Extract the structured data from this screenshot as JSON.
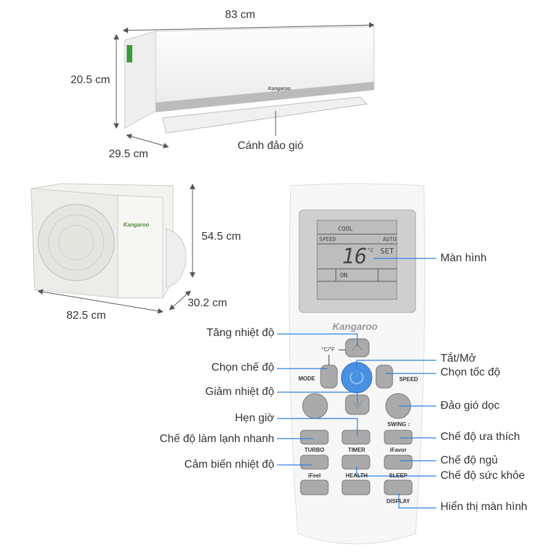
{
  "indoor_unit": {
    "brand": "Kangaroo",
    "width": "83 cm",
    "height": "20.5 cm",
    "depth": "29.5 cm",
    "louver_label": "Cánh đảo gió"
  },
  "outdoor_unit": {
    "brand": "Kangaroo",
    "width": "82.5 cm",
    "height": "54.5 cm",
    "depth": "30.2 cm"
  },
  "remote": {
    "brand": "Kangaroo",
    "screen": {
      "mode": "COOL",
      "speed_label": "SPEED",
      "speed_value": "AUTO",
      "temperature": "16",
      "unit": "°C",
      "set": "SET",
      "status": "ON"
    },
    "buttons": {
      "unit_toggle": "°C/°F",
      "mode": "MODE",
      "speed": "SPEED",
      "swing": "SWING ↕",
      "turbo": "TURBO",
      "timer": "TIMER",
      "ifavor": "iFavor",
      "ifeel": "iFeel",
      "health": "HEALTH",
      "sleep": "SLEEP",
      "display": "DISPLAY"
    }
  },
  "labels_left": {
    "temp_up": "Tăng nhiệt độ",
    "mode": "Chọn chế độ",
    "temp_down": "Giảm nhiệt độ",
    "timer": "Hẹn giờ",
    "turbo": "Chế độ làm lạnh nhanh",
    "ifeel": "Cảm biến nhiệt độ"
  },
  "labels_right": {
    "screen": "Màn hình",
    "power": "Tắt/Mở",
    "speed": "Chọn tốc độ",
    "swing": "Đảo gió dọc",
    "ifavor": "Chế độ ưa thích",
    "sleep": "Chế độ ngủ",
    "health": "Chế độ sức khỏe",
    "display": "Hiển thị màn hình"
  },
  "colors": {
    "leader": "#2a7de1",
    "power": "#4a90e2",
    "dimension": "#555555"
  }
}
